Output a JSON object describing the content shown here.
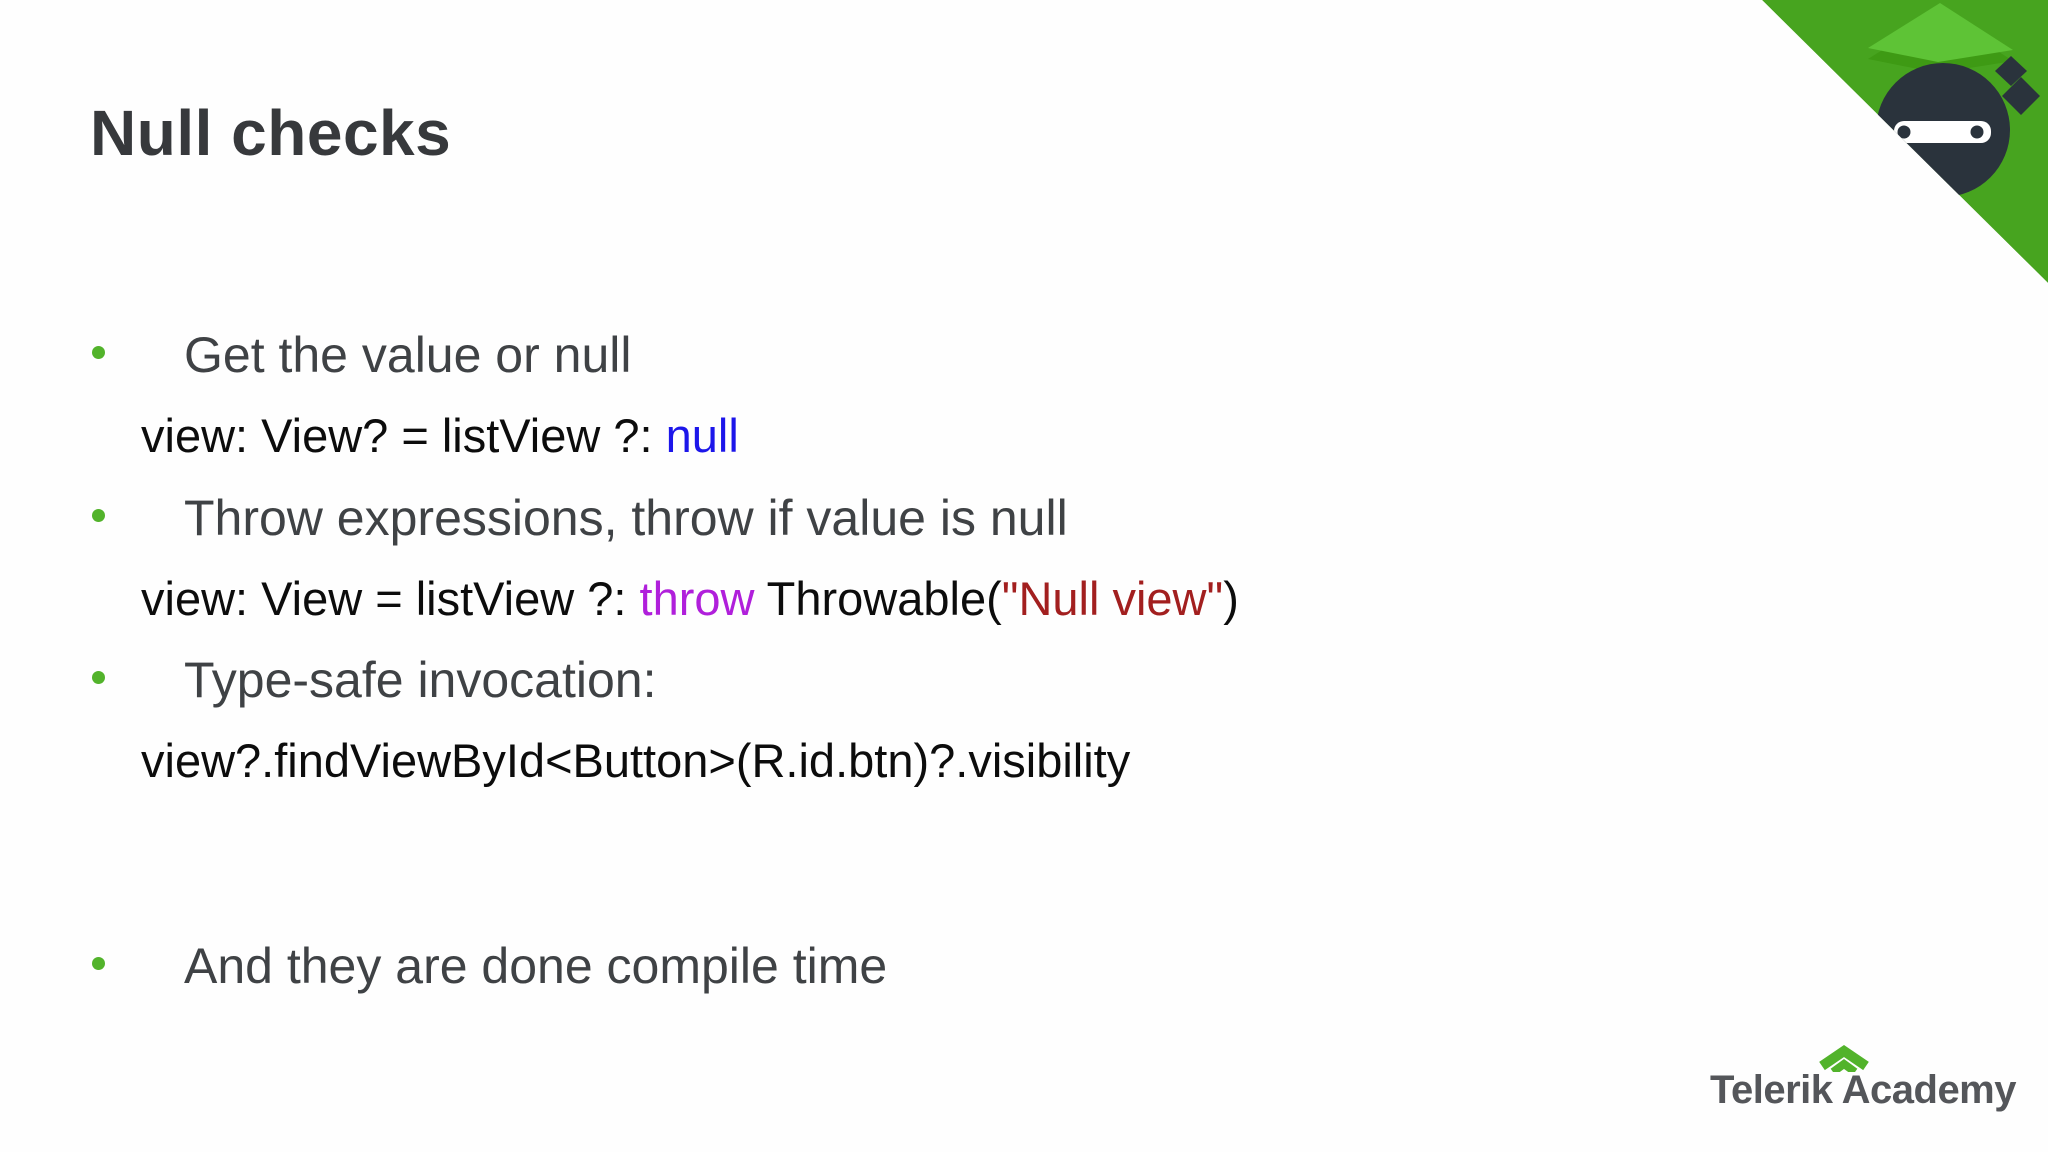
{
  "title": "Null checks",
  "bullets": [
    {
      "label": "Get the value or null"
    },
    {
      "label": "Throw expressions, throw if value is null"
    },
    {
      "label": "Type-safe invocation:"
    },
    {
      "label": "And they are done compile time"
    }
  ],
  "code": {
    "line1": {
      "pre": "view: View? = listView ?: ",
      "null_kw": "null"
    },
    "line2": {
      "pre": "view: View = listView ?: ",
      "throw_kw": "throw",
      "mid": " Throwable(",
      "string": "\"Null view\"",
      "post": ")"
    },
    "line3": {
      "text": "view?.findViewById<Button>(R.id.btn)?.visibility"
    }
  },
  "footer": {
    "brand": "Telerik Academy"
  },
  "icons": {
    "corner_logo": "ninja-academy-corner-logo",
    "footer_mark": "academy-chevron-icon",
    "bullet": "bullet-dot-icon"
  },
  "colors": {
    "brand_green": "#47a41f",
    "cap_green": "#5ec336",
    "cap_shadow_green": "#3e9a14",
    "ninja_navy": "#2a333c",
    "bullet_green": "#52b32b",
    "keyword_blue": "#1c16ea",
    "keyword_purple": "#b01fdb",
    "string_red": "#a21f1f",
    "title_gray": "#37393c",
    "body_gray": "#3f4245",
    "footer_gray": "#54565a"
  }
}
